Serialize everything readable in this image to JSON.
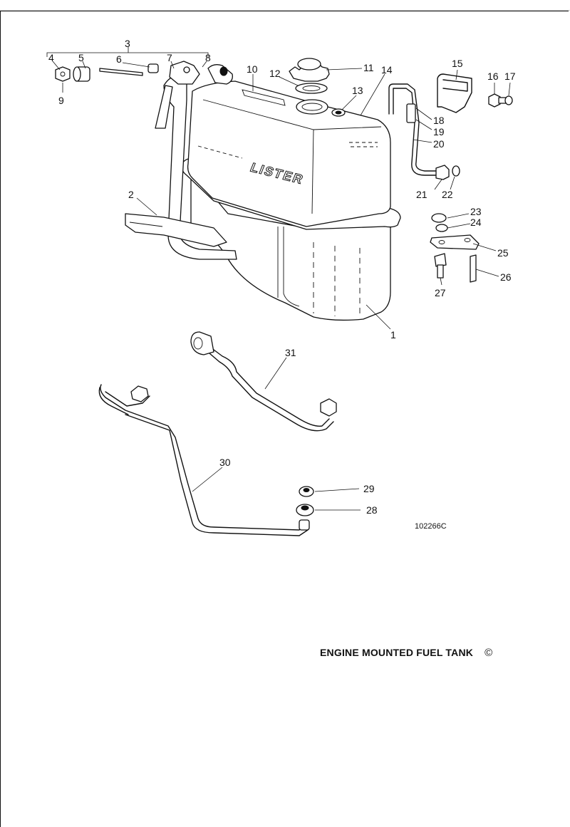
{
  "diagram": {
    "caption": "ENGINE MOUNTED FUEL TANK",
    "copyright_symbol": "©",
    "drawing_ref": "102266C",
    "brand_mark": "LISTER",
    "labels": [
      "1",
      "2",
      "3",
      "4",
      "5",
      "6",
      "7",
      "8",
      "9",
      "10",
      "11",
      "12",
      "13",
      "14",
      "15",
      "16",
      "17",
      "18",
      "19",
      "20",
      "21",
      "22",
      "23",
      "24",
      "25",
      "26",
      "27",
      "28",
      "29",
      "30",
      "31"
    ]
  }
}
